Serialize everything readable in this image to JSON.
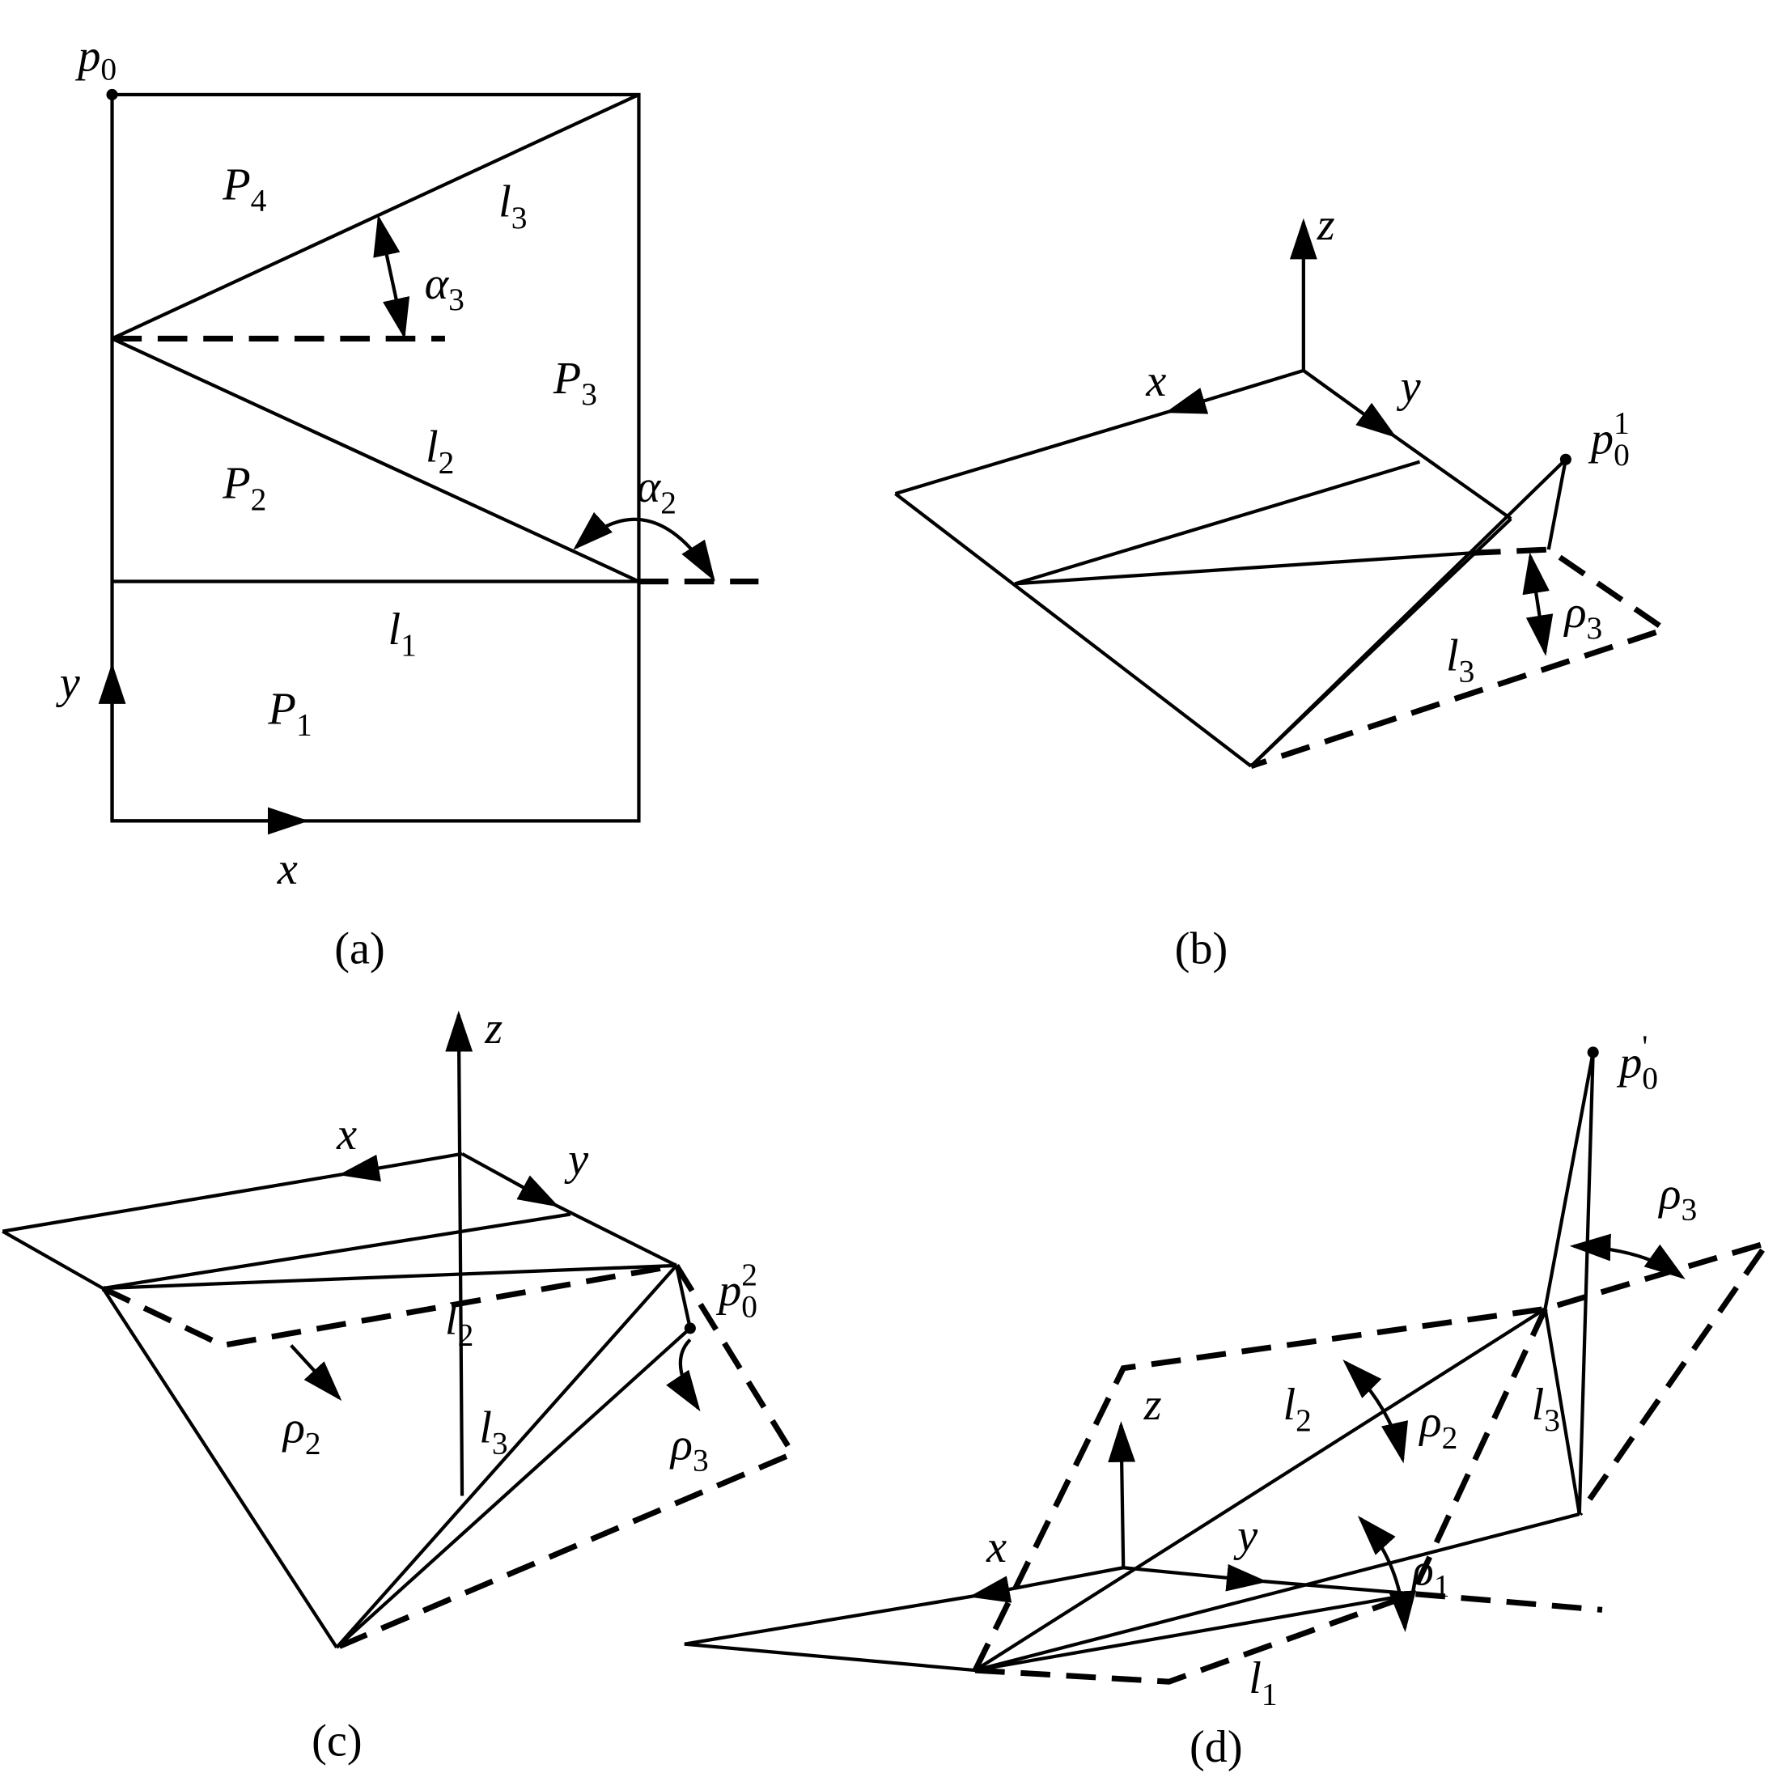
{
  "panel_a": {
    "caption": "(a)",
    "labels": {
      "p0": {
        "m": "p",
        "s": "0"
      },
      "P4": {
        "m": "P",
        "s": "4"
      },
      "P3": {
        "m": "P",
        "s": "3"
      },
      "P2": {
        "m": "P",
        "s": "2"
      },
      "P1": {
        "m": "P",
        "s": "1"
      },
      "l3": {
        "m": "l",
        "s": "3"
      },
      "l2": {
        "m": "l",
        "s": "2"
      },
      "l1": {
        "m": "l",
        "s": "1"
      },
      "alpha3": {
        "m": "α",
        "s": "3"
      },
      "alpha2": {
        "m": "α",
        "s": "2"
      },
      "x": "x",
      "y": "y"
    }
  },
  "panel_b": {
    "caption": "(b)",
    "labels": {
      "z": "z",
      "x": "x",
      "y": "y",
      "p01": {
        "m": "p",
        "s": "0",
        "sup": "1"
      },
      "rho3": {
        "m": "ρ",
        "s": "3"
      },
      "l3": {
        "m": "l",
        "s": "3"
      }
    }
  },
  "panel_c": {
    "caption": "(c)",
    "labels": {
      "z": "z",
      "x": "x",
      "y": "y",
      "p02": {
        "m": "p",
        "s": "0",
        "sup": "2"
      },
      "l2": {
        "m": "l",
        "s": "2"
      },
      "rho2": {
        "m": "ρ",
        "s": "2"
      },
      "l3": {
        "m": "l",
        "s": "3"
      },
      "rho3": {
        "m": "ρ",
        "s": "3"
      }
    }
  },
  "panel_d": {
    "caption": "(d)",
    "labels": {
      "p0p": {
        "m": "p",
        "s": "0",
        "sup": "'"
      },
      "rho3": {
        "m": "ρ",
        "s": "3"
      },
      "z": "z",
      "l2": {
        "m": "l",
        "s": "2"
      },
      "rho2": {
        "m": "ρ",
        "s": "2"
      },
      "l3": {
        "m": "l",
        "s": "3"
      },
      "x": "x",
      "y": "y",
      "rho1": {
        "m": "ρ",
        "s": "1"
      },
      "l1": {
        "m": "l",
        "s": "1"
      }
    }
  }
}
